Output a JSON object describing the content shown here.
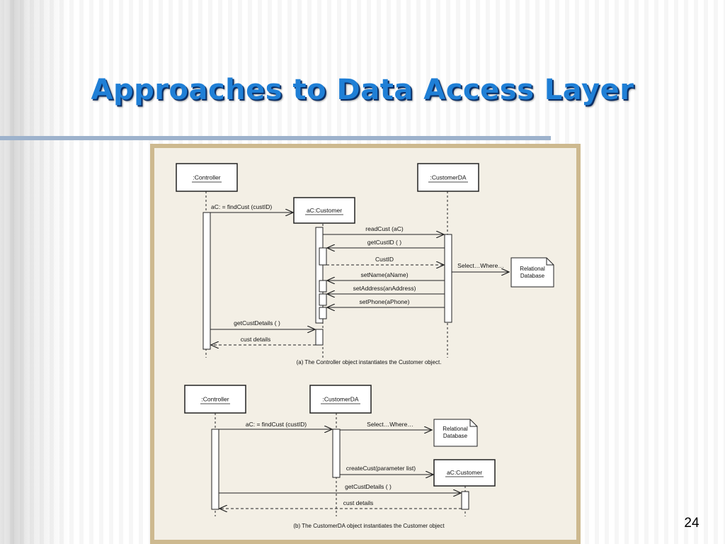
{
  "slide": {
    "title": "Approaches to Data Access Layer",
    "page_number": "24"
  },
  "diagram_a": {
    "caption": "(a) The Controller object instantiates the Customer object.",
    "controller_label": ":Controller",
    "customerda_label": ":CustomerDA",
    "customer_label": "aC:Customer",
    "database_label_line1": "Relational",
    "database_label_line2": "Database",
    "messages": {
      "find_cust": "aC: = findCust (custID)",
      "read_cust": "readCust (aC)",
      "get_cust_id": "getCustID ( )",
      "cust_id_return": "CustID",
      "select_where": "Select…Where…",
      "set_name": "setName(aName)",
      "set_address": "setAddress(anAddress)",
      "set_phone": "setPhone(aPhone)",
      "get_cust_details": "getCustDetails ( )",
      "cust_details": "cust details"
    }
  },
  "diagram_b": {
    "caption": "(b) The CustomerDA object instantiates the Customer object",
    "controller_label": ":Controller",
    "customerda_label": ":CustomerDA",
    "customer_label": "aC:Customer",
    "database_label_line1": "Relational",
    "database_label_line2": "Database",
    "messages": {
      "find_cust": "aC: = findCust (custID)",
      "select_where": "Select…Where…",
      "create_cust": "createCust(parameter list)",
      "get_cust_details": "getCustDetails ( )",
      "cust_details": "cust details"
    }
  },
  "colors": {
    "title": "#1f7fd6",
    "title_shadow": "#0b2f66",
    "rule": "#9db2cc",
    "frame": "#cdb98f",
    "diagram_bg": "#f3efe5"
  }
}
